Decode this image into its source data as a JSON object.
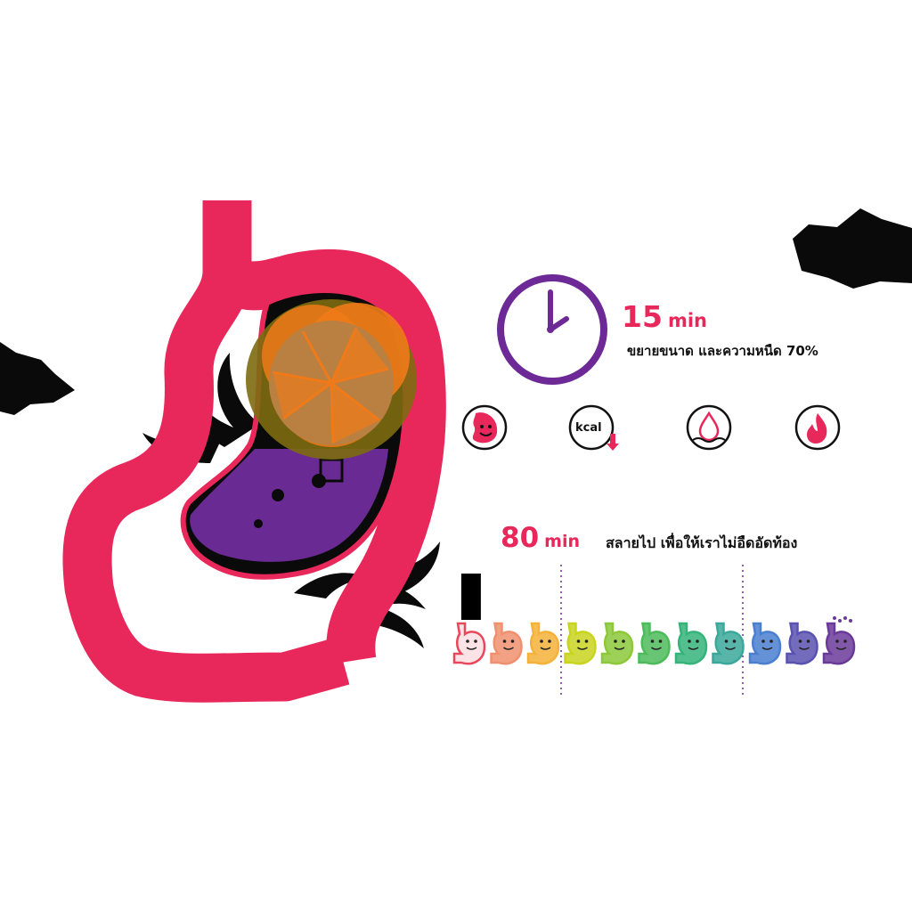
{
  "stage_first": {
    "time_value": "15",
    "time_unit": "min",
    "description": "ขยายขนาด และความหนืด 70%"
  },
  "stage_second": {
    "time_value": "80",
    "time_unit": "min",
    "description": "สลายไป เพื่อให้เราไม่อืดอัดท้อง"
  },
  "benefit_icons": [
    {
      "icon": "happy-stomach-icon"
    },
    {
      "icon": "kcal-down-icon",
      "label": "kcal"
    },
    {
      "icon": "water-drop-icon"
    },
    {
      "icon": "fire-burn-icon"
    }
  ],
  "digestion_timeline": {
    "progress": 0.05,
    "divider_marks": 2,
    "stomach_mood_count": 11
  },
  "colors": {
    "brand_pink": "#e8285b",
    "brand_purple": "#6d2a96",
    "gel_purple": "#6a2a94",
    "pill_orange": "#f07a18",
    "pill_olive": "#7d6b10",
    "flame_black": "#0a0a0a",
    "timeline_start": "#6d2f93",
    "timeline_end": "#e8427a"
  }
}
